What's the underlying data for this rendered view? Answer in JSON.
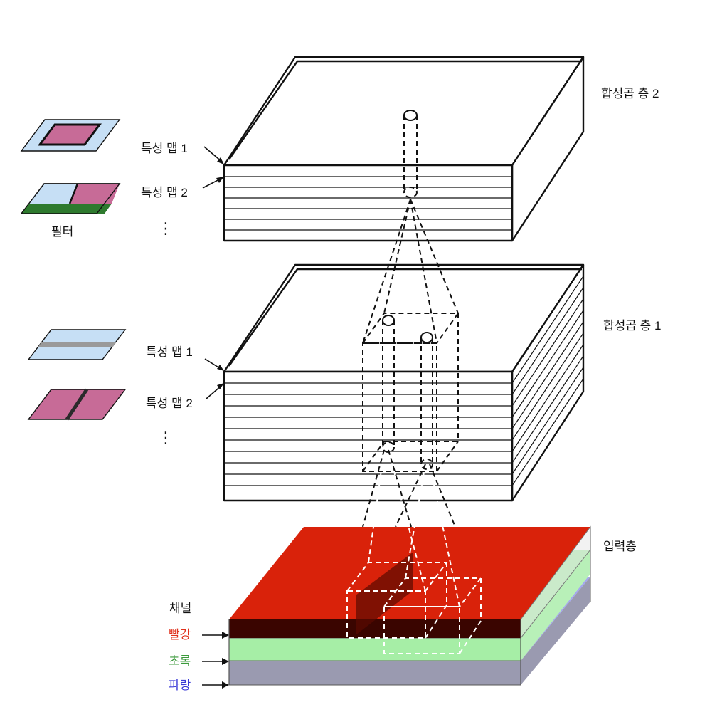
{
  "layers": {
    "conv2": {
      "title": "합성곱 층 2"
    },
    "conv1": {
      "title": "합성곱 층 1"
    },
    "input": {
      "title": "입력층"
    }
  },
  "conv2_labels": {
    "map1": "특성 맵 1",
    "map2": "특성 맵 2",
    "dots": "⋮"
  },
  "conv1_labels": {
    "map1": "특성 맵 1",
    "map2": "특성 맵 2",
    "dots": "⋮"
  },
  "filters": {
    "label": "필터"
  },
  "channels": {
    "title": "채널",
    "red": "빨강",
    "green": "초록",
    "blue": "파랑"
  },
  "colors": {
    "red": "#d9220a",
    "red_dark": "#3a0500",
    "green": "#a6eea6",
    "blue": "#a4a6f0",
    "blue_side": "#9a9ab0",
    "filter_pink": "#c76b97",
    "filter_blue": "#c6dff5",
    "filter_green": "#2e7a2e",
    "filter_gray": "#9a9a9a",
    "label_red": "#e0301b",
    "label_green": "#3c9a3c",
    "label_blue": "#3a3ad6"
  }
}
